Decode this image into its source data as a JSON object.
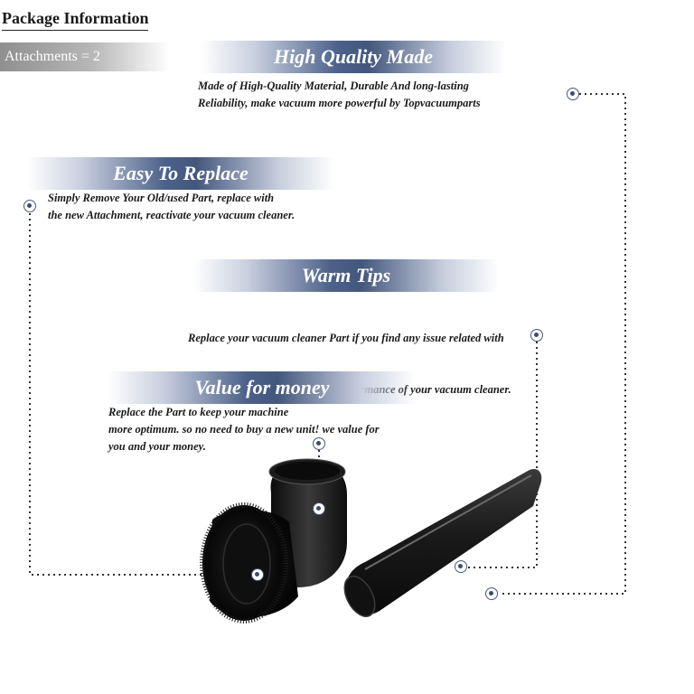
{
  "header": {
    "title": "Package Information",
    "attachments_label": "Attachments = 2"
  },
  "sections": [
    {
      "heading": "High Quality Made",
      "lines": [
        "Made of  High-Quality Material, Durable And long-lasting",
        "Reliability, make vacuum more powerful by Topvacuumparts"
      ]
    },
    {
      "heading": "Easy To Replace",
      "lines": [
        "Simply Remove Your Old/used Part, replace with",
        "the new Attachment, reactivate your vacuum cleaner."
      ]
    },
    {
      "heading": "Warm Tips",
      "lines": [
        "Replace your vacuum cleaner Part if you find any issue related with",
        " attachment to ensure optimum performance of your vacuum cleaner."
      ]
    },
    {
      "heading": "Value for money",
      "lines": [
        "Replace the Part to keep your machine",
        "more optimum. so no need to buy a new unit! we value for",
        "you and your money."
      ]
    }
  ],
  "colors": {
    "banner_dark": "#43577d",
    "dot": "#3c4c6c",
    "leader_line": "#333333",
    "product": "#141414"
  },
  "icons": [
    "callout-dot-icon",
    "dust-brush-attachment",
    "crevice-tool-attachment"
  ]
}
